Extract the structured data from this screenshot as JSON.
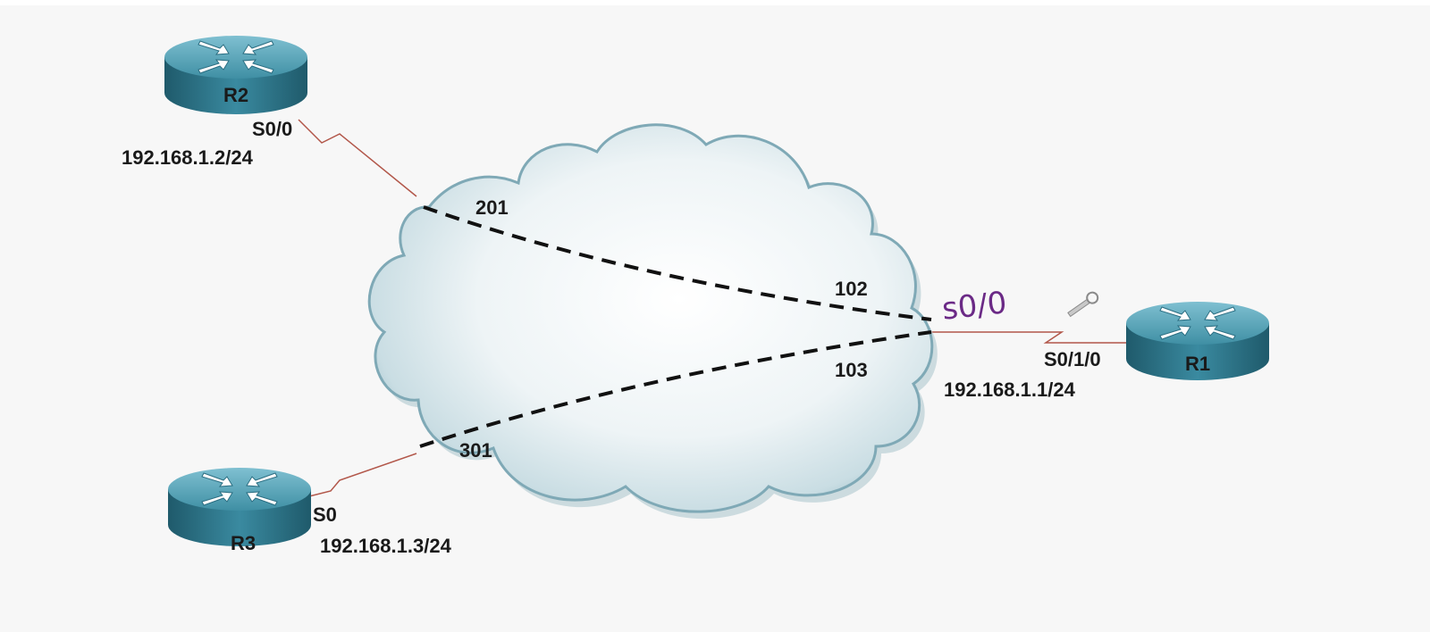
{
  "routers": {
    "r1": {
      "name": "R1",
      "interface": "S0/1/0",
      "ip": "192.168.1.1/24"
    },
    "r2": {
      "name": "R2",
      "interface": "S0/0",
      "ip": "192.168.1.2/24"
    },
    "r3": {
      "name": "R3",
      "interface": "S0",
      "ip": "192.168.1.3/24"
    }
  },
  "dlci": {
    "r2_side": "201",
    "r1_to_r2": "102",
    "r1_to_r3": "103",
    "r3_side": "301"
  },
  "annotation": {
    "handwritten": "s0/0"
  },
  "colors": {
    "router_top": "#3f8fa4",
    "router_side": "#2b6e82",
    "serial_link": "#b2574a",
    "pvc": "#111111",
    "cloud_edge": "#7fa9b6",
    "handwriting": "#6b2a86"
  },
  "icons": {
    "router": "router-icon",
    "cloud": "frame-relay-cloud",
    "cursor": "key-cursor-icon"
  }
}
